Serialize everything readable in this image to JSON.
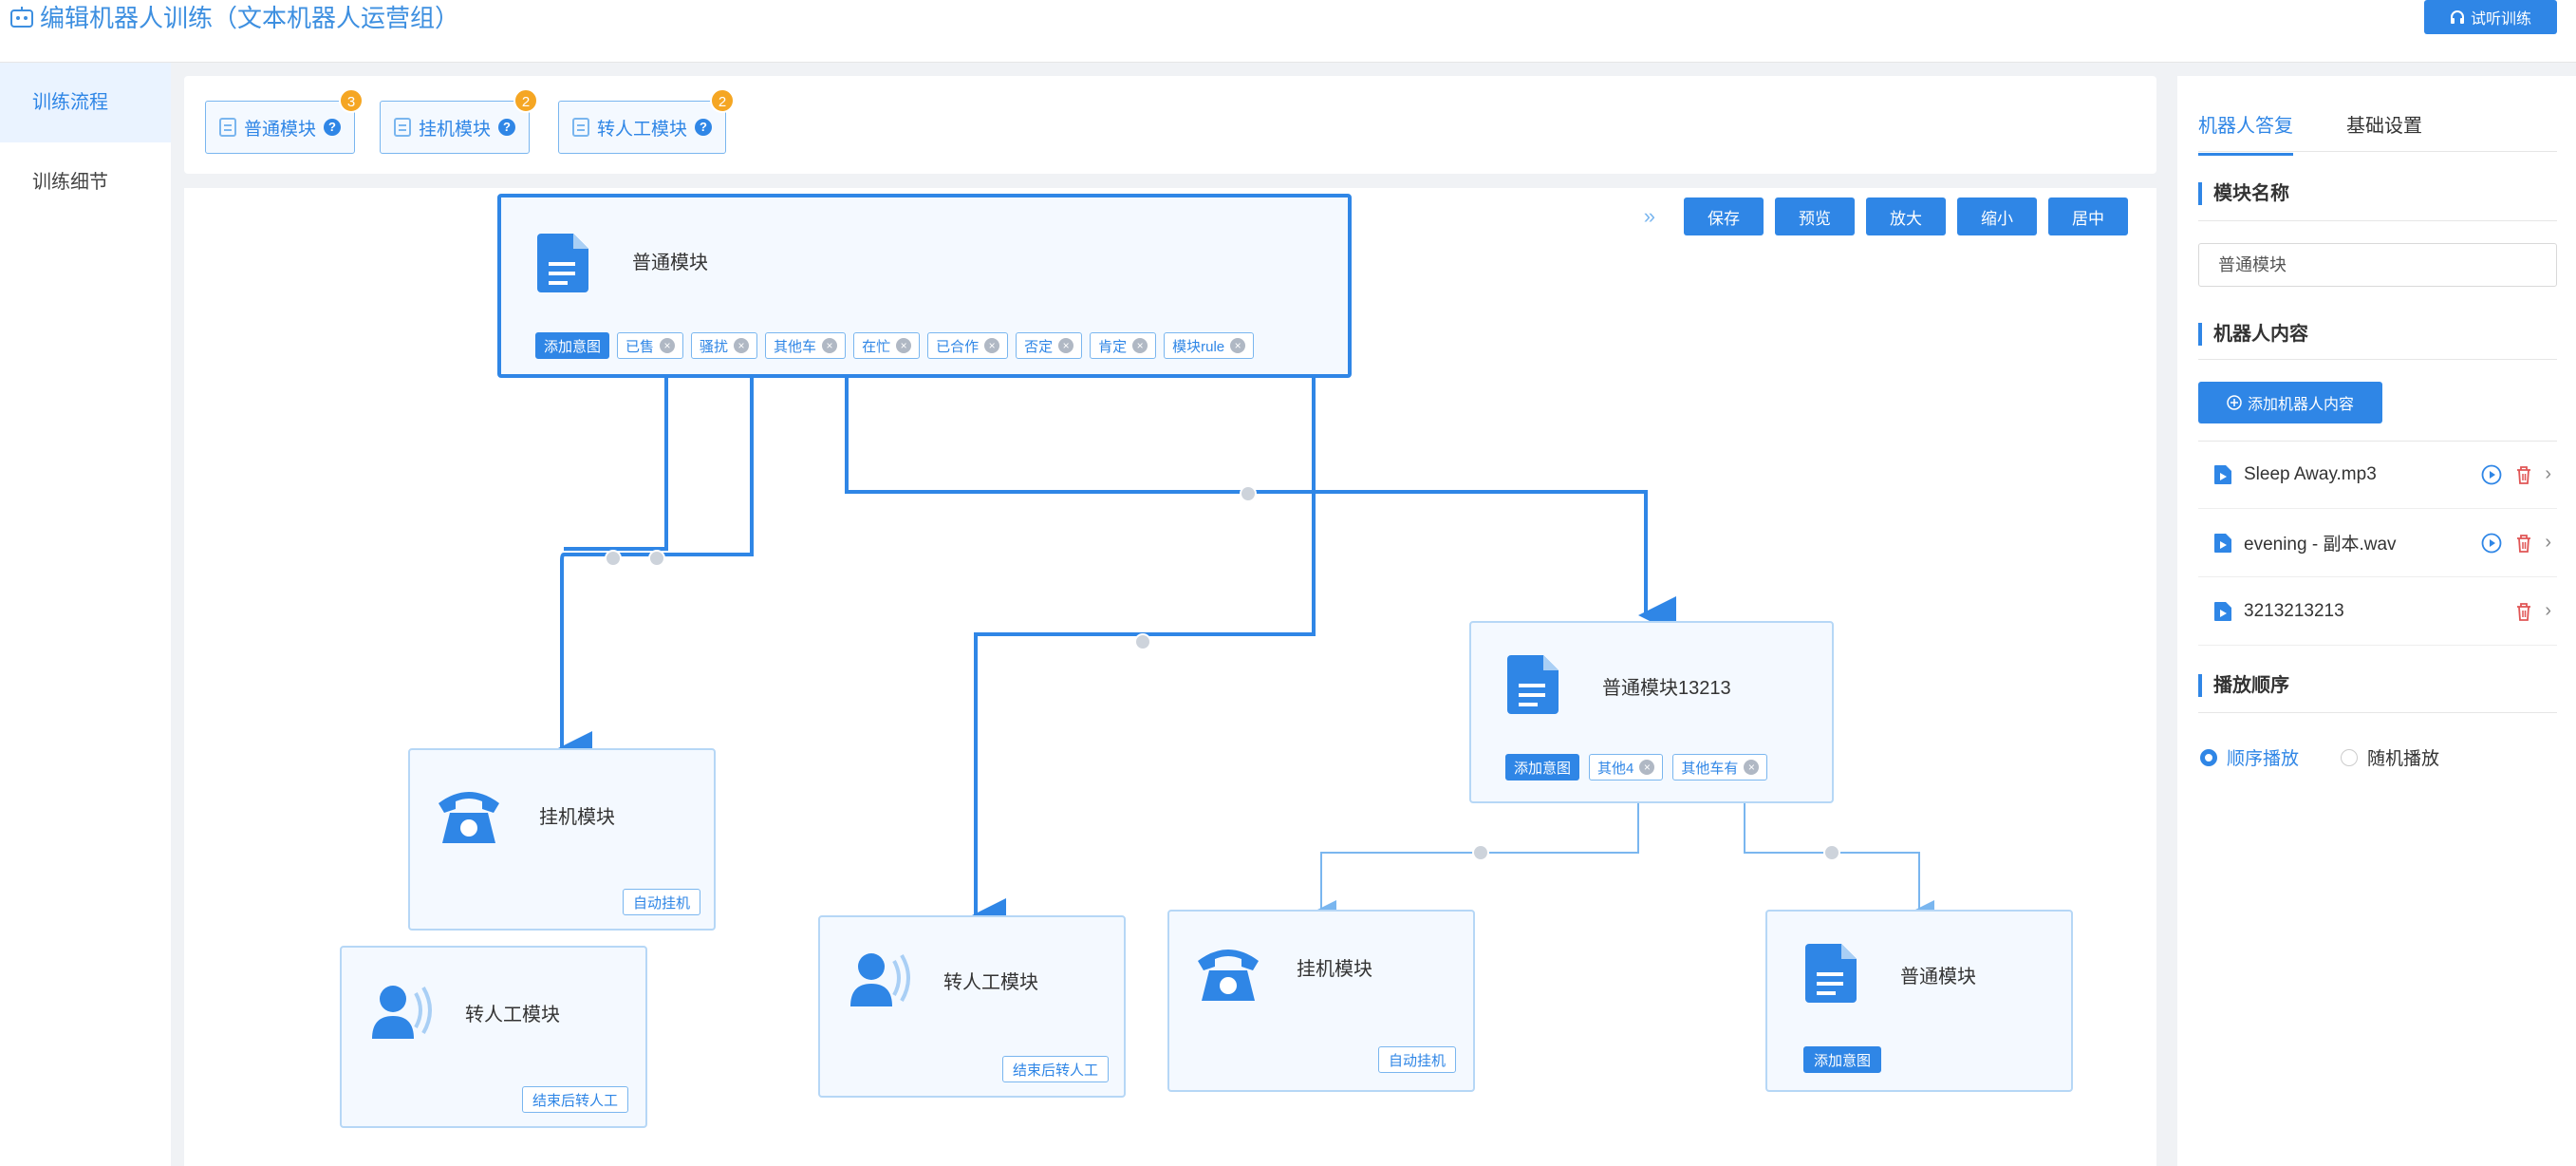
{
  "header": {
    "title": "编辑机器人训练（文本机器人运营组）",
    "trial_label": "试听训练"
  },
  "nav": {
    "items": [
      "训练流程",
      "训练细节"
    ]
  },
  "modules": [
    {
      "label": "普通模块",
      "count": "3"
    },
    {
      "label": "挂机模块",
      "count": "2"
    },
    {
      "label": "转人工模块",
      "count": "2"
    }
  ],
  "toolbar": {
    "save": "保存",
    "preview": "预览",
    "zoom_in": "放大",
    "zoom_out": "缩小",
    "center": "居中"
  },
  "nodes": {
    "root": {
      "title": "普通模块",
      "add_intent": "添加意图",
      "tags": [
        "已售",
        "骚扰",
        "其他车",
        "在忙",
        "已合作",
        "否定",
        "肯定",
        "模块rule"
      ]
    },
    "hangup1": {
      "title": "挂机模块",
      "tag": "自动挂机"
    },
    "transfer1": {
      "title": "转人工模块",
      "tag": "结束后转人工"
    },
    "transfer2": {
      "title": "转人工模块",
      "tag": "结束后转人工"
    },
    "normal2": {
      "title": "普通模块13213",
      "add_intent": "添加意图",
      "tags": [
        "其他4",
        "其他车有"
      ]
    },
    "hangup2": {
      "title": "挂机模块",
      "tag": "自动挂机"
    },
    "normal3": {
      "title": "普通模块",
      "add_intent": "添加意图"
    }
  },
  "right_panel": {
    "tabs": [
      "机器人答复",
      "基础设置"
    ],
    "module_name_title": "模块名称",
    "module_name_value": "普通模块",
    "content_title": "机器人内容",
    "add_content_label": "添加机器人内容",
    "files": [
      "Sleep Away.mp3",
      "evening - 副本.wav",
      "3213213213"
    ],
    "play_order_title": "播放顺序",
    "play_options": [
      "顺序播放",
      "随机播放"
    ],
    "selected_play_option": "顺序播放"
  },
  "colors": {
    "accent": "#2f86e6",
    "badge": "#f5a623",
    "node_border": "#b6d7f6",
    "delete": "#e05555"
  }
}
